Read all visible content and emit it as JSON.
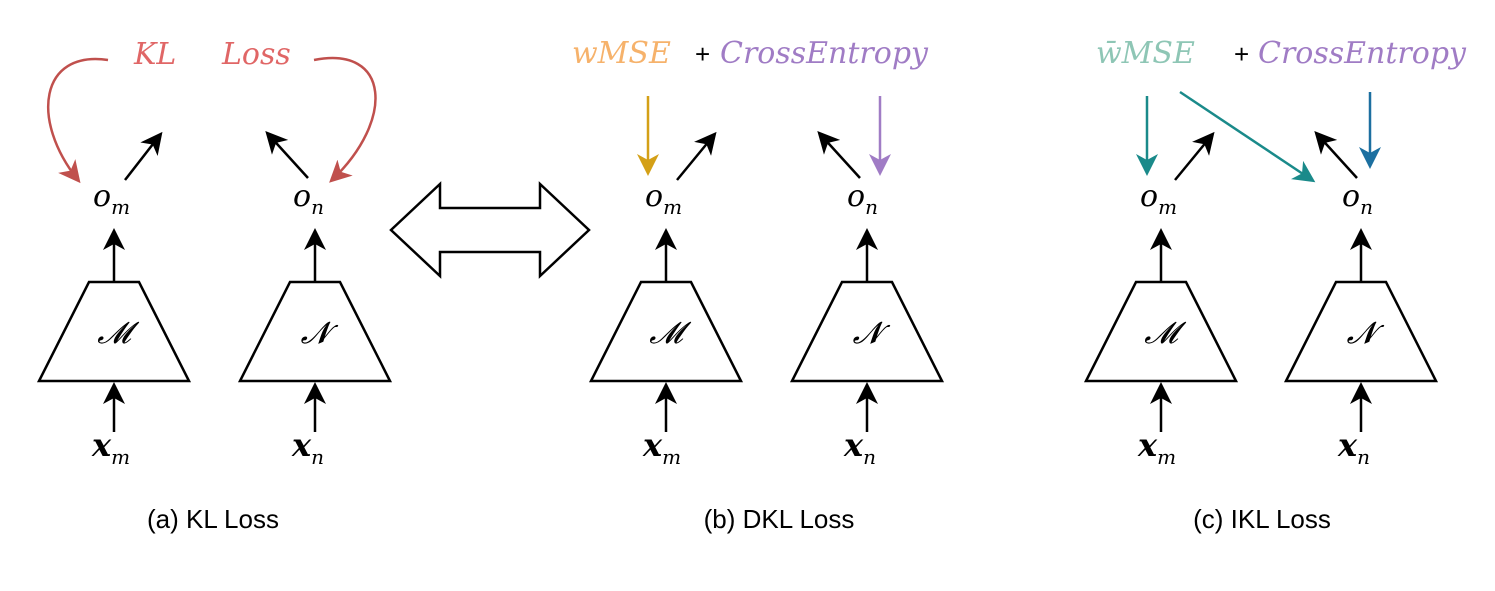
{
  "colors": {
    "kl": "#c0504d",
    "kl_text": "#e06666",
    "wmse_text": "#f6b26b",
    "wmse_arrow": "#d4a017",
    "ce": "#a07cc5",
    "ikl_text": "#8ec6b5",
    "ikl_arrow": "#1a8a8a",
    "ikl_arrow2": "#1c6fa0"
  },
  "panel_a": {
    "loss_left": "KL",
    "loss_right": "Loss",
    "out_m_base": "o",
    "out_m_sub": "m",
    "out_n_base": "o",
    "out_n_sub": "n",
    "model_m": "𝓜",
    "model_n": "𝓝",
    "in_m_base": "x",
    "in_m_sub": "m",
    "in_n_base": "x",
    "in_n_sub": "n",
    "caption": "(a) KL Loss"
  },
  "panel_b": {
    "loss_left": "wMSE",
    "plus": "+",
    "loss_right": "CrossEntropy",
    "out_m_base": "o",
    "out_m_sub": "m",
    "out_n_base": "o",
    "out_n_sub": "n",
    "model_m": "𝓜",
    "model_n": "𝓝",
    "in_m_base": "x",
    "in_m_sub": "m",
    "in_n_base": "x",
    "in_n_sub": "n",
    "caption": "(b) DKL Loss"
  },
  "panel_c": {
    "loss_left": "w̄MSE",
    "plus": "+",
    "loss_right": "CrossEntropy",
    "out_m_base": "o",
    "out_m_sub": "m",
    "out_n_base": "o",
    "out_n_sub": "n",
    "model_m": "𝓜",
    "model_n": "𝓝",
    "in_m_base": "x",
    "in_m_sub": "m",
    "in_n_base": "x",
    "in_n_sub": "n",
    "caption": "(c) IKL Loss"
  }
}
